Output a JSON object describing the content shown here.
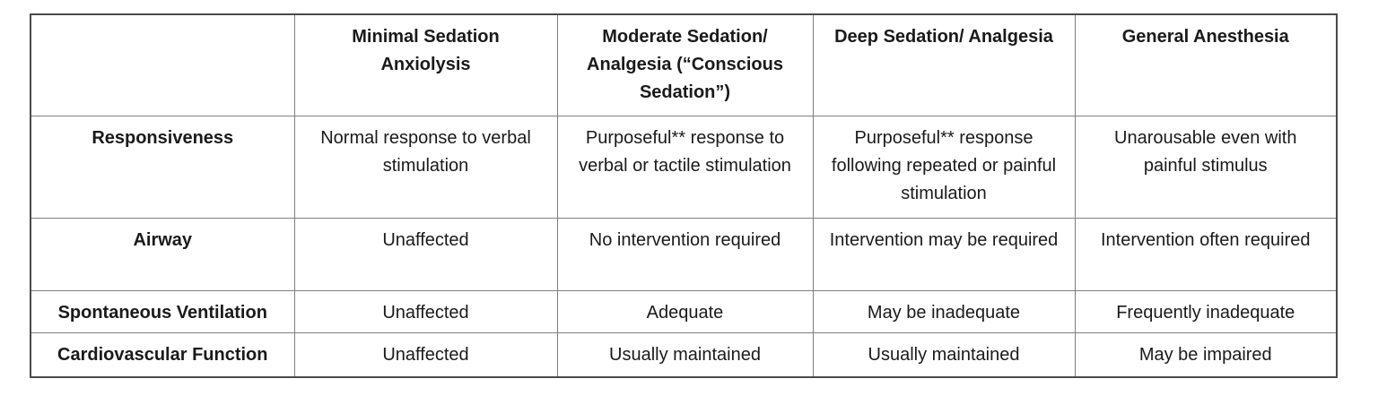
{
  "table": {
    "title_semantic": "levels-of-sedation-table",
    "border_outer_color": "#4a4a4a",
    "border_inner_color": "#7f7f7f",
    "text_color": "#1a1a1a",
    "background_color": "#ffffff",
    "columns": [
      "",
      "Minimal Sedation Anxiolysis",
      "Moderate Sedation/ Analgesia (“Conscious Sedation”)",
      "Deep Sedation/ Analgesia",
      "General Anesthesia"
    ],
    "rows": [
      {
        "label": "Responsiveness",
        "cells": [
          "Normal response to verbal stimulation",
          "Purposeful** response to verbal or tactile stimulation",
          "Purposeful** response following repeated or painful stimulation",
          "Unarousable even with painful stimulus"
        ]
      },
      {
        "label": "Airway",
        "cells": [
          "Unaffected",
          "No intervention required",
          "Intervention may be required",
          "Intervention often required"
        ]
      },
      {
        "label": "Spontaneous Ventilation",
        "cells": [
          "Unaffected",
          "Adequate",
          "May be inadequate",
          "Frequently inadequate"
        ]
      },
      {
        "label": "Cardiovascular Function",
        "cells": [
          "Unaffected",
          "Usually maintained",
          "Usually maintained",
          "May be impaired"
        ]
      }
    ]
  }
}
